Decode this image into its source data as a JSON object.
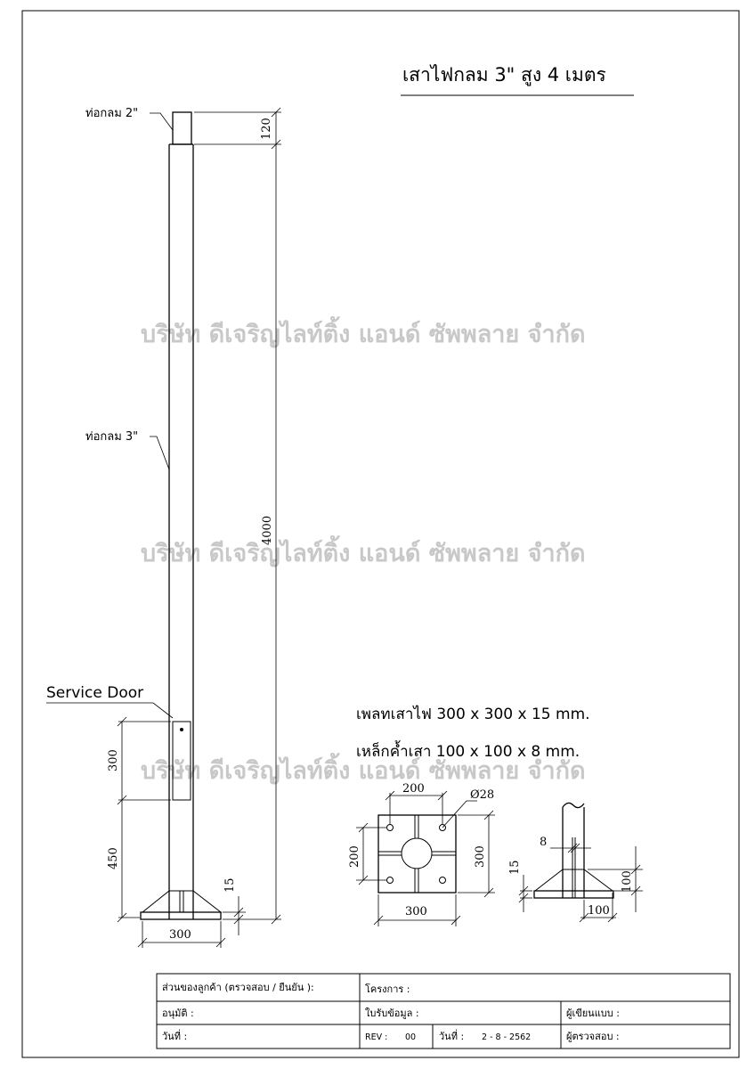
{
  "title": "เสาไฟกลม  3\" สูง 4 เมตร",
  "watermark": "บริษัท ดีเจริญไลท์ติ้ง แอนด์ ซัพพลาย จำกัด",
  "labels": {
    "pipe_top": "ท่อกลม 2\"",
    "pipe_main": "ท่อกลม 3\"",
    "service_door": "Service Door"
  },
  "specs": {
    "base_plate": "เพลทเสาไฟ  300 x 300 x 15 mm.",
    "gusset": "เหล็กค้ำเสา   100 x 100 x 8 mm."
  },
  "dimensions": {
    "top_pipe": "120",
    "pole_height": "4000",
    "door_height": "300",
    "door_base": "450",
    "plate_thickness": "15",
    "plate_width": "300",
    "bolt_spacing_top": "200",
    "hole_dia": "Ø28",
    "bolt_spacing_side": "200",
    "plate_side": "300",
    "plate_bottom": "300",
    "gusset_thk": "8",
    "side_plate_thk": "15",
    "gusset_height": "100",
    "gusset_width": "100"
  },
  "title_block": {
    "customer": "ส่วนของลูกค้า  (ตรวจสอบ / ยืนยัน ):",
    "approve": "อนุมัติ   :",
    "date_left": "วันที่  :",
    "project": "โครงการ  :",
    "info": "ใบรับข้อมูล  :",
    "rev_label": "REV :",
    "rev_value": "00",
    "date_label": "วันที่  :",
    "date_value": "2 - 8 - 2562",
    "drawn": "ผู้เขียนแบบ :",
    "checked": "ผู้ตรวจสอบ :"
  }
}
